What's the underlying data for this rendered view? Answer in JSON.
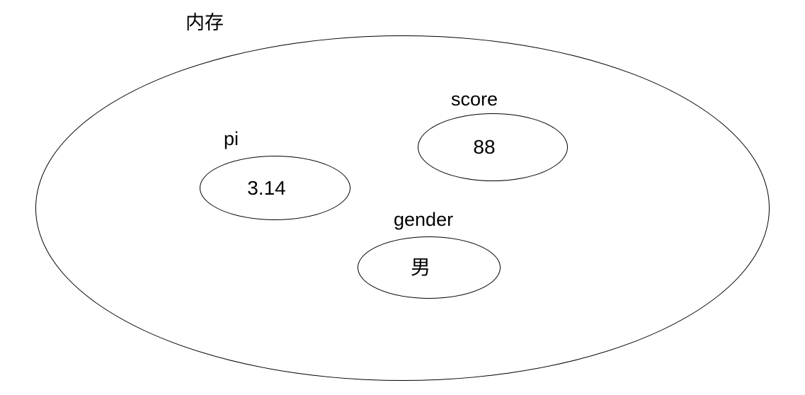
{
  "diagram": {
    "title": "内存",
    "variables": [
      {
        "name": "pi",
        "value": "3.14"
      },
      {
        "name": "score",
        "value": "88"
      },
      {
        "name": "gender",
        "value": "男"
      }
    ],
    "colors": {
      "stroke": "#000000",
      "text": "#000000",
      "background": "#ffffff"
    }
  }
}
